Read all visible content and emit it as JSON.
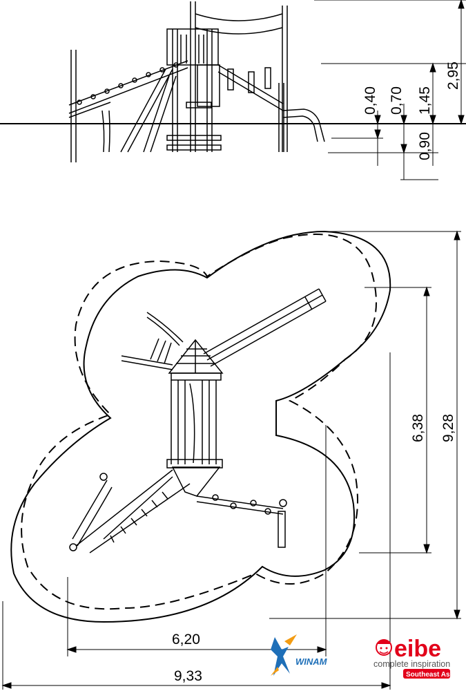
{
  "elevation": {
    "dimensions": {
      "d_040": "0,40",
      "d_070": "0,70",
      "d_145": "1,45",
      "d_295": "2,95",
      "d_090": "0,90"
    }
  },
  "plan": {
    "dimensions": {
      "d_638": "6,38",
      "d_928": "9,28",
      "d_620": "6,20",
      "d_933": "9,33"
    }
  },
  "logos": {
    "winam": {
      "text": "WINAM",
      "colors": {
        "primary": "#1e6fb8",
        "accent": "#f39c12"
      }
    },
    "eibe": {
      "wordmark": "eibe",
      "tagline": "complete inspiration",
      "region": "Southeast Asia",
      "colors": {
        "brand": "#e2001a",
        "text": "#555555"
      }
    }
  }
}
